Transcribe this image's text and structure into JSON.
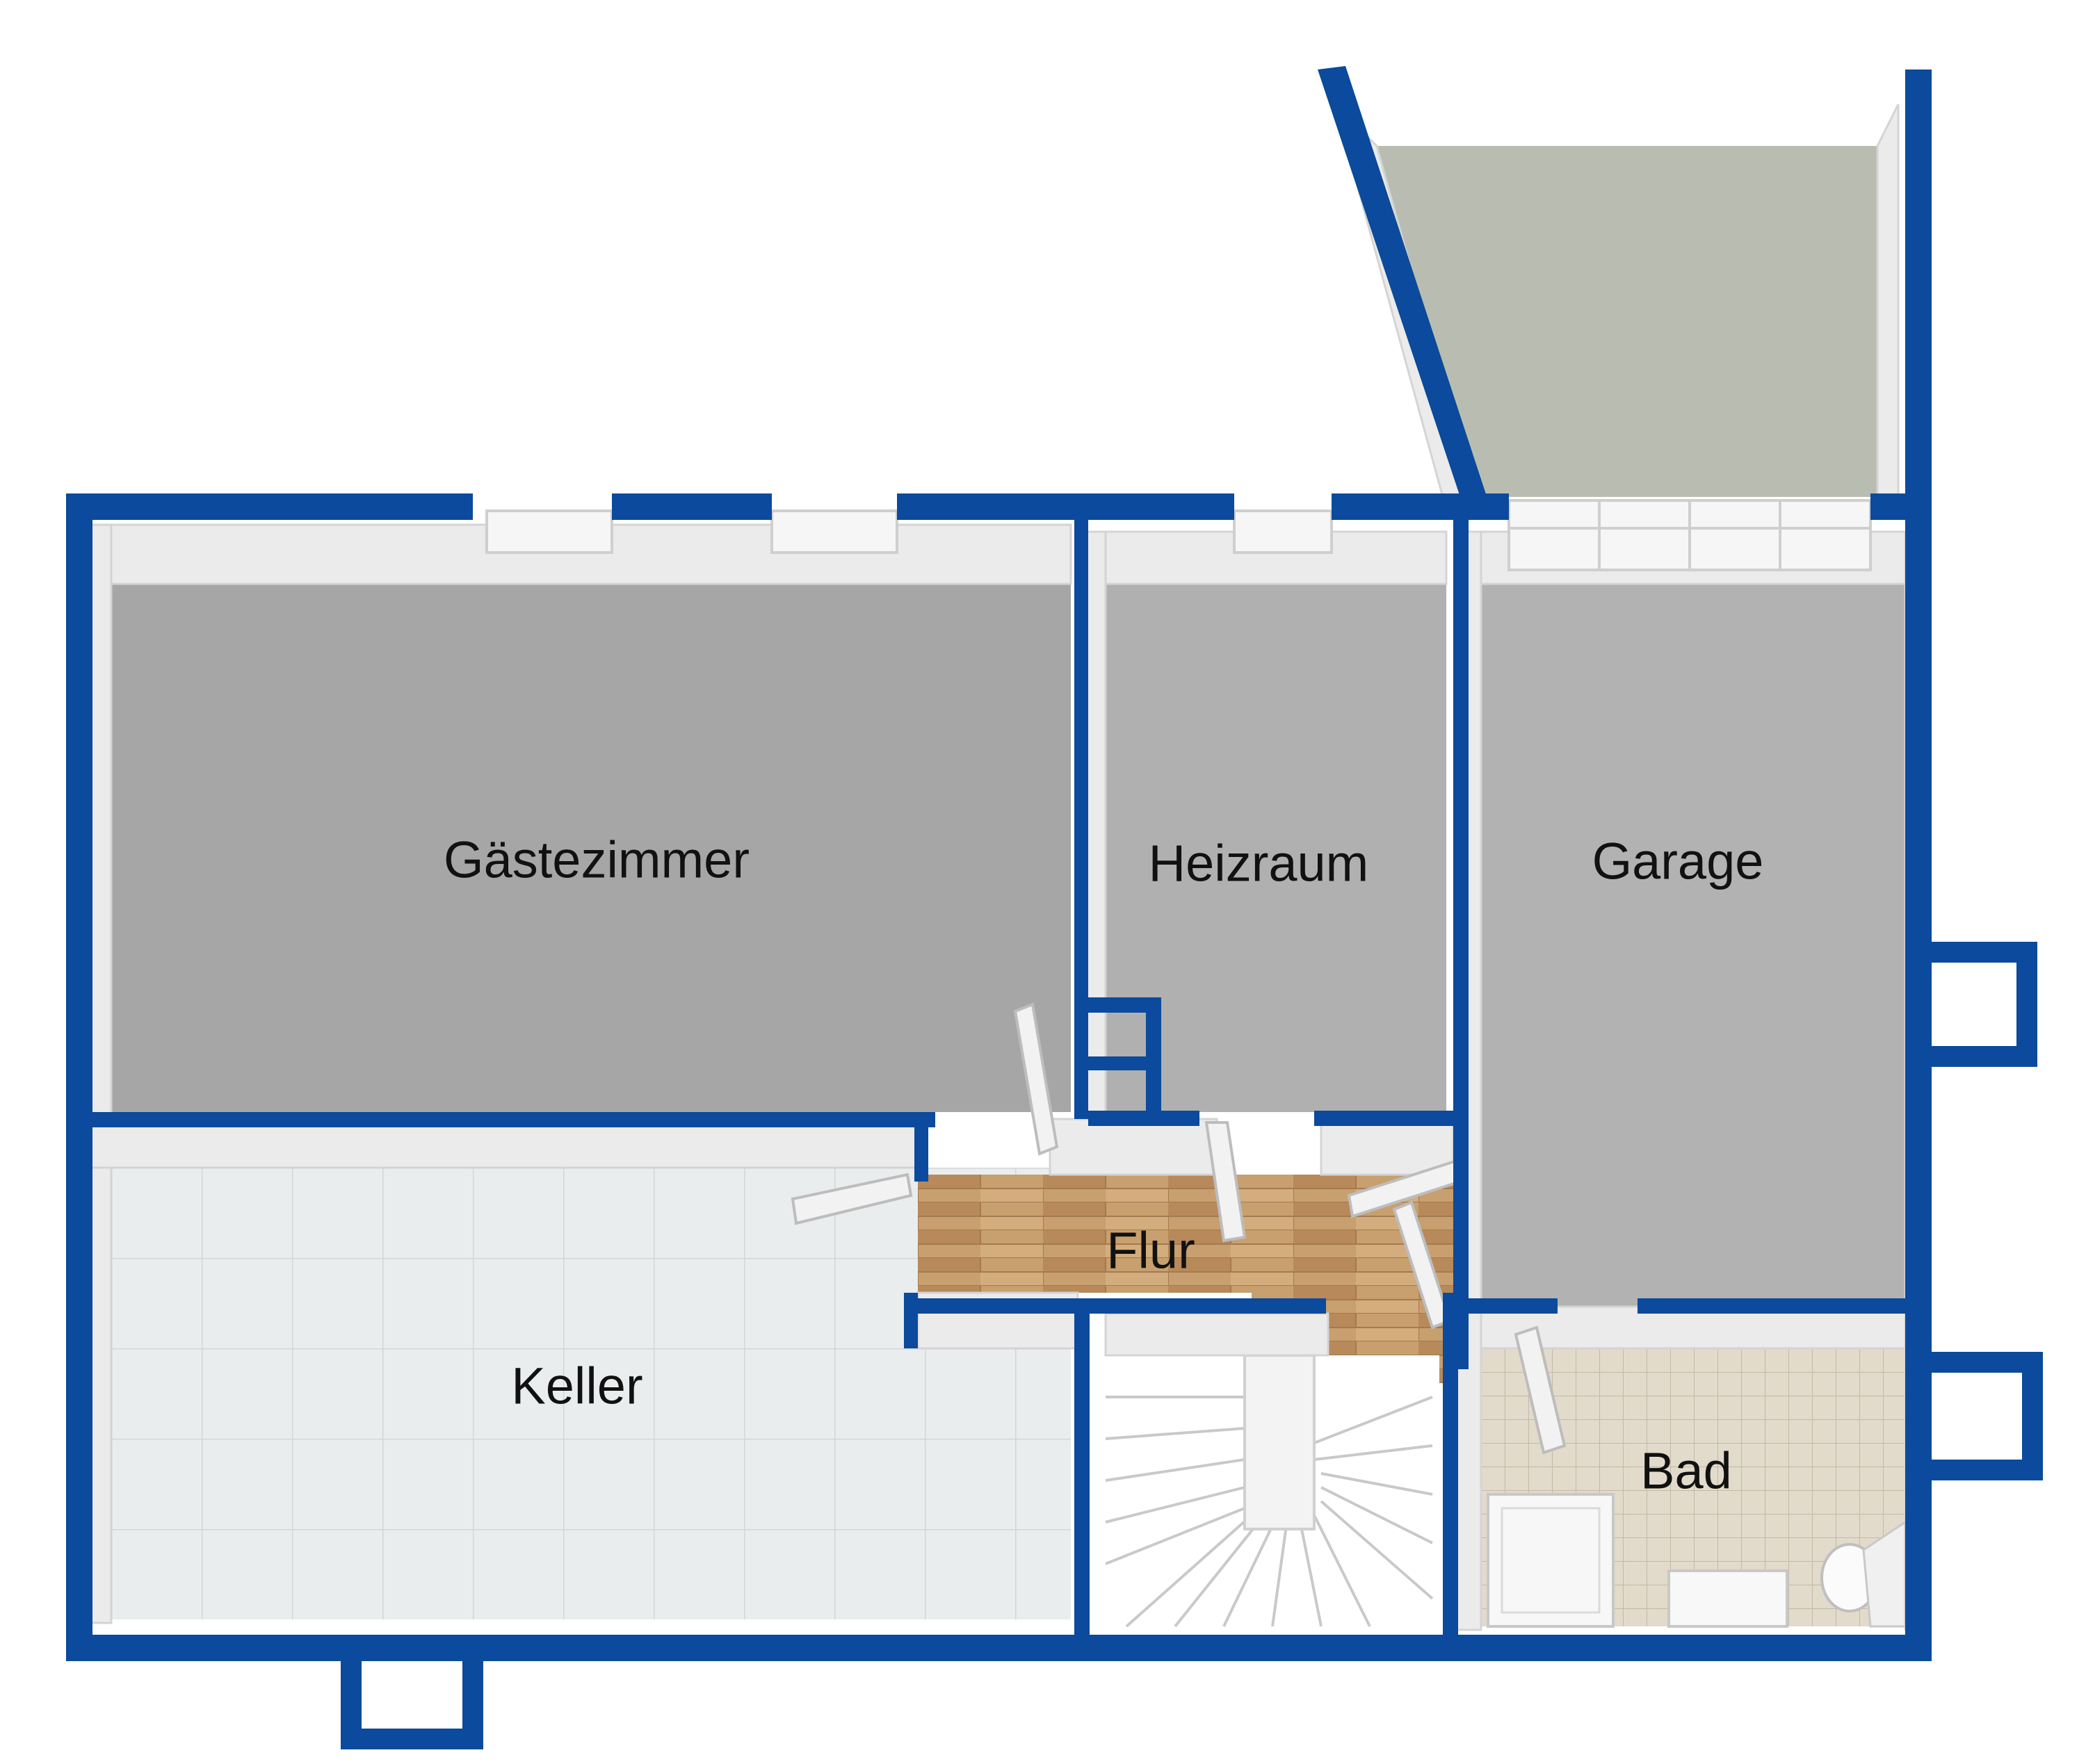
{
  "rooms": {
    "gaestezimmer": "Gästezimmer",
    "heizraum": "Heizraum",
    "garage": "Garage",
    "flur": "Flur",
    "keller": "Keller",
    "bad": "Bad"
  },
  "colors": {
    "wall_exterior": "#0b4a9c",
    "wall_interior": "#ececec",
    "carpet": "#a8a8a8",
    "concrete": "#b2b2b2",
    "terrace": "#b8bcb0",
    "wood": "#c49c6c",
    "tile_light": "#e8ebeb",
    "tile_bath": "#ddd6c5"
  }
}
